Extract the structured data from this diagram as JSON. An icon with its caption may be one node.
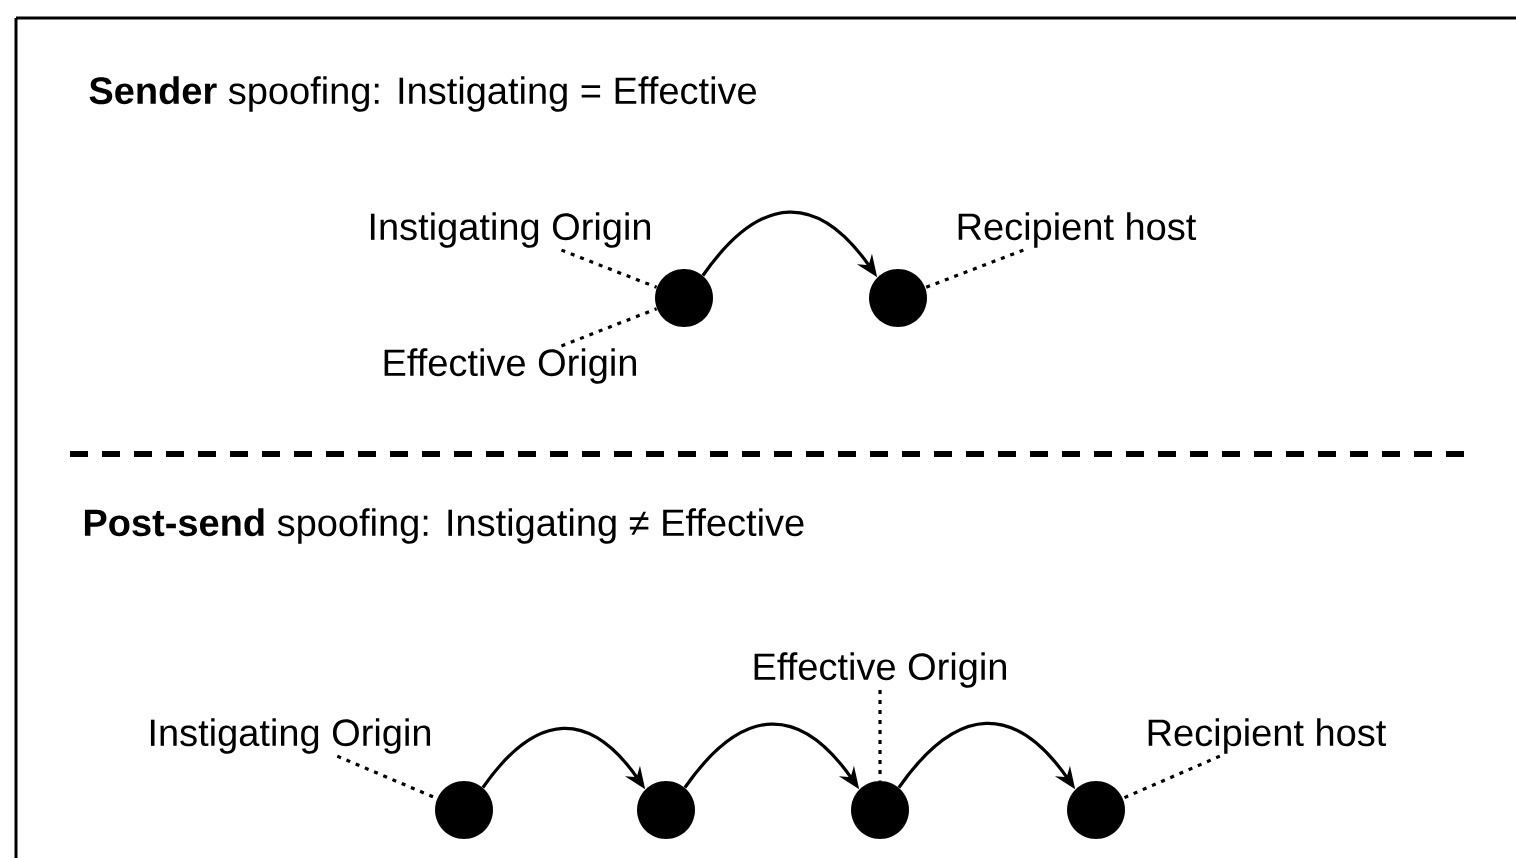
{
  "diagram": {
    "nodes": [
      {
        "text": [
          "Instigating Origin"
        ]
      },
      {
        "text": [
          "Effective Origin"
        ]
      },
      {
        "text": [],
        "shape": "circle"
      },
      {
        "text": [],
        "shape": "circle"
      },
      {
        "text": [
          "Recipient host"
        ]
      },
      {
        "text": [
          "Instigating Origin"
        ]
      },
      {
        "text": [
          "Effective Origin"
        ]
      },
      {
        "text": [
          "Recipient host"
        ]
      },
      {
        "text": [],
        "shape": "circle"
      },
      {
        "text": [],
        "shape": "circle"
      },
      {
        "text": [],
        "shape": "circle"
      },
      {
        "text": [],
        "shape": "circle"
      }
    ],
    "edges": [
      {
        "from": 0,
        "to": 2,
        "arrow": "none",
        "style": "dashed"
      },
      {
        "from": 1,
        "to": 2,
        "arrow": "none",
        "style": "dashed"
      },
      {
        "from": 2,
        "to": 3,
        "arrow": "to"
      },
      {
        "from": 4,
        "to": 3,
        "arrow": "none",
        "style": "dashed"
      },
      {
        "from": 5,
        "to": 8,
        "arrow": "none",
        "style": "dashed"
      },
      {
        "from": 8,
        "to": 9,
        "arrow": "to"
      },
      {
        "from": 9,
        "to": 10,
        "arrow": "to"
      },
      {
        "from": 6,
        "to": 10,
        "arrow": "none",
        "style": "dashed"
      },
      {
        "from": 10,
        "to": 11,
        "arrow": "to"
      },
      {
        "from": 7,
        "to": 11,
        "arrow": "none",
        "style": "dashed"
      }
    ],
    "labels": [
      "**Sender** spoofing: Instigating = Effective",
      "**Post-send** spoofing: Instigating ≠ Effective"
    ]
  }
}
